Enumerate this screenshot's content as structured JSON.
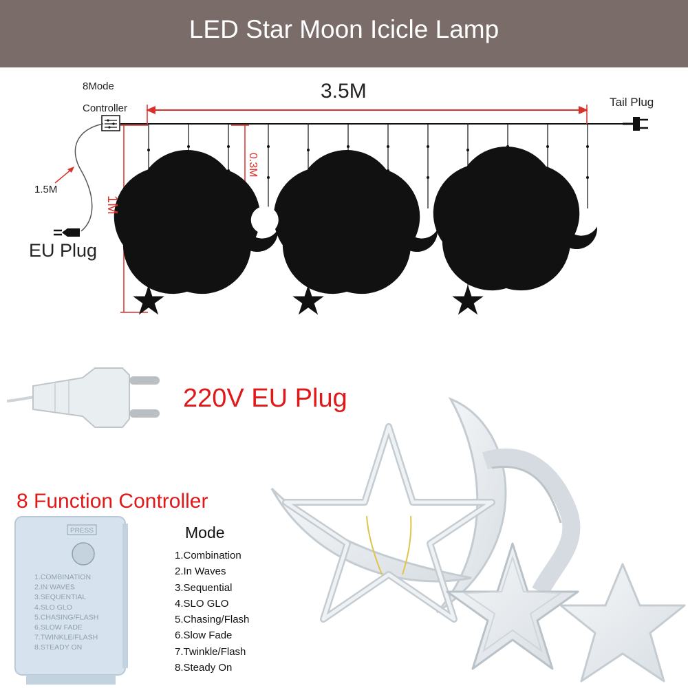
{
  "title": "LED Star Moon Icicle Lamp",
  "diagram": {
    "controller_label_line1": "8Mode",
    "controller_label_line2": "Controller",
    "length_label": "3.5M",
    "tail_plug_label": "Tail Plug",
    "cable_length_label": "1.5M",
    "eu_plug_label": "EU Plug",
    "height_label": "1M",
    "short_drop_label": "0.3M"
  },
  "plug_section": {
    "voltage_label": "220V EU Plug"
  },
  "controller_section": {
    "title": "8 Function Controller",
    "box_press_label": "PRESS",
    "box_modes": [
      "1.COMBINATION",
      "2.IN WAVES",
      "3.SEQUENTIAL",
      "4.SLO GLO",
      "5.CHASING/FLASH",
      "6.SLOW FADE",
      "7.TWINKLE/FLASH",
      "8.STEADY ON"
    ]
  },
  "modes": {
    "title": "Mode",
    "items": [
      "1.Combination",
      "2.In Waves",
      "3.Sequential",
      "4.SLO GLO",
      "5.Chasing/Flash",
      "6.Slow Fade",
      "7.Twinkle/Flash",
      "8.Steady On"
    ]
  },
  "colors": {
    "banner": "#7a6c68",
    "accent_red": "#e01818",
    "dimension_red": "#d9302a"
  }
}
